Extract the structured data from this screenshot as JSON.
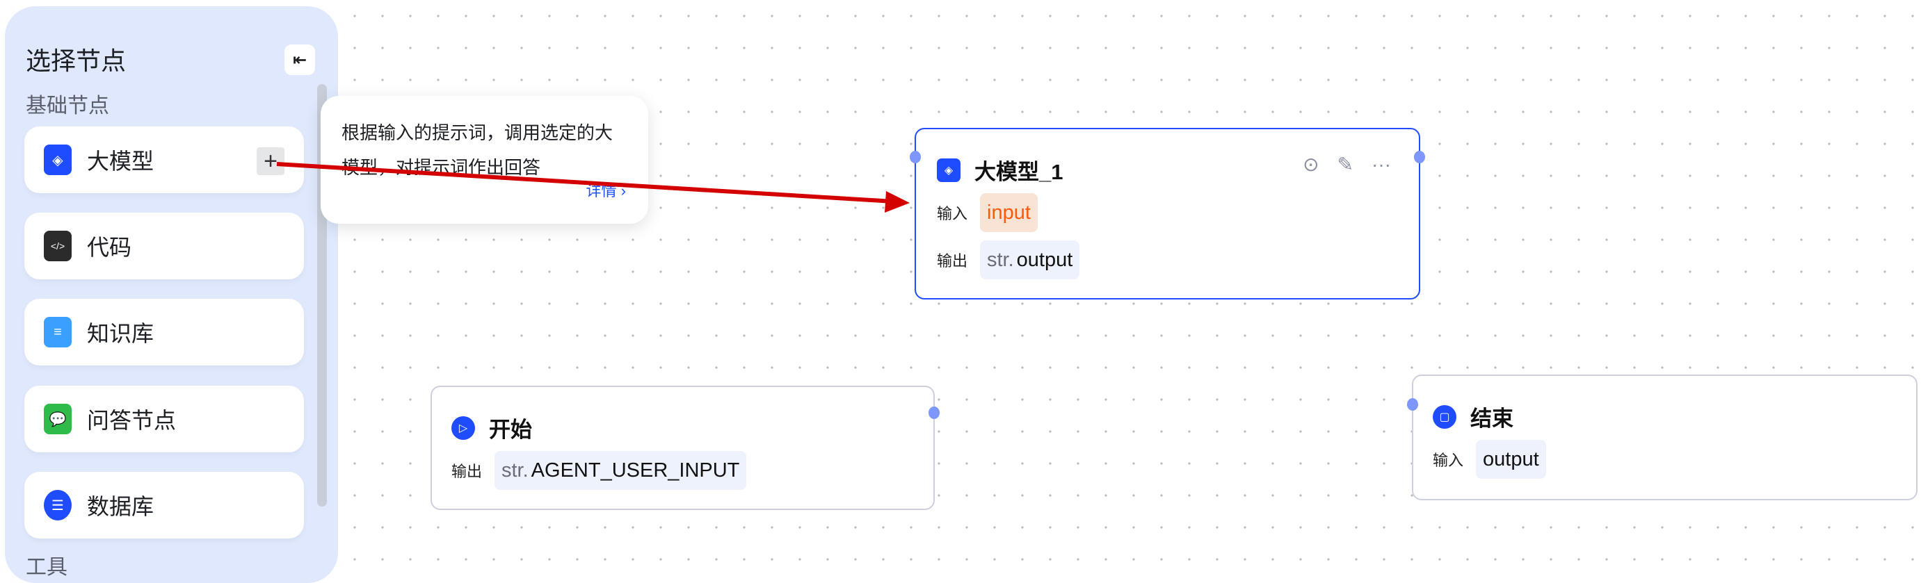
{
  "sidebar": {
    "title": "选择节点",
    "collapse_icon": "collapse-icon",
    "section_basic": "基础节点",
    "section_tools": "工具",
    "items": [
      {
        "label": "大模型",
        "icon": "llm-icon"
      },
      {
        "label": "代码",
        "icon": "code-icon"
      },
      {
        "label": "知识库",
        "icon": "knowledge-icon"
      },
      {
        "label": "问答节点",
        "icon": "qa-icon"
      },
      {
        "label": "数据库",
        "icon": "database-icon"
      }
    ],
    "add_label": "+"
  },
  "tooltip": {
    "text": "根据输入的提示词，调用选定的大模型，对提示词作出回答",
    "more": "详情 ›"
  },
  "nodes": {
    "llm": {
      "title": "大模型_1",
      "input_label": "输入",
      "input_value": "input",
      "output_label": "输出",
      "output_prefix": "str.",
      "output_value": "output"
    },
    "start": {
      "title": "开始",
      "output_label": "输出",
      "output_prefix": "str.",
      "output_value": "AGENT_USER_INPUT"
    },
    "end": {
      "title": "结束",
      "input_label": "输入",
      "input_value": "output"
    }
  },
  "colors": {
    "accent": "#1f4cff",
    "arrow": "#d40000",
    "input_tag": "#fa5a0a"
  }
}
